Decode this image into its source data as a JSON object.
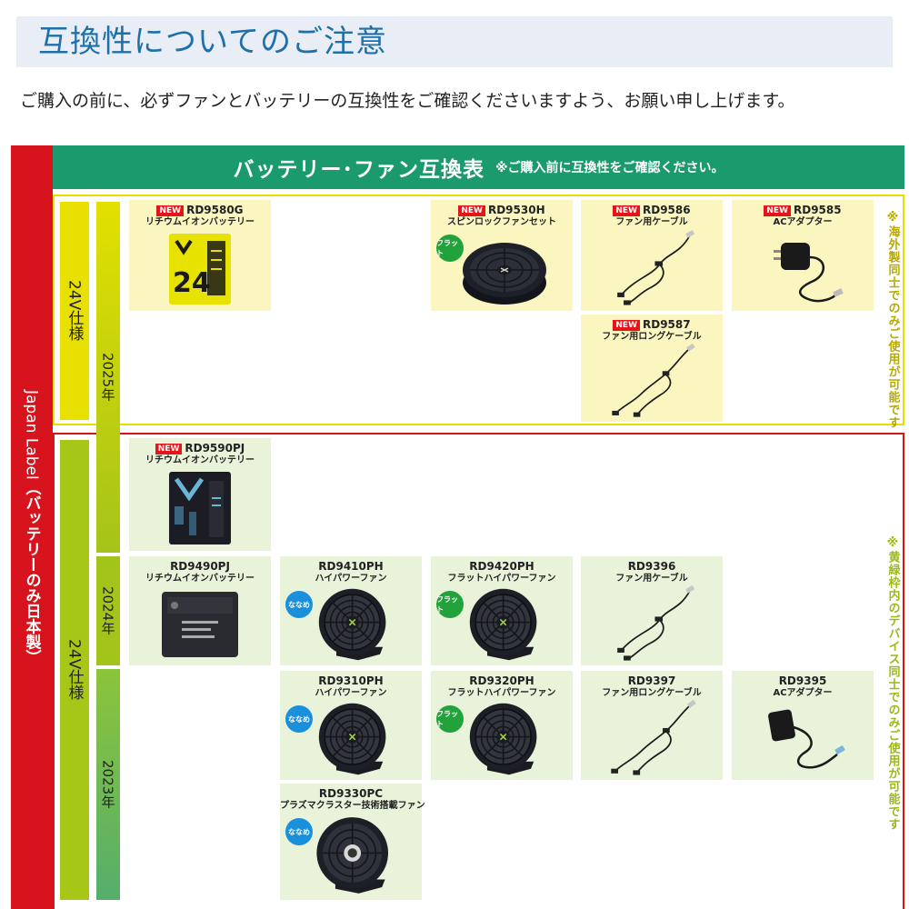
{
  "page": {
    "title": "互換性についてのご注意",
    "notice": "ご購入の前に、必ずファンとバッテリーの互換性をご確認くださいますよう、お願い申し上げます。"
  },
  "table": {
    "header_title": "バッテリー･ファン互換表",
    "header_note": "※ご購入前に互換性をご確認ください。",
    "side_label": "Japan Label",
    "side_label_sub": "（バッテリーのみ日本製）",
    "spec_top": "24V仕様",
    "spec_bottom": "24V仕様",
    "years": {
      "y2025": "2025年",
      "y2024": "2024年",
      "y2023": "2023年"
    },
    "note_yellow": "※海外製同士でのみご使用が可能です",
    "note_red": "※黄緑枠内のデバイス同士でのみご使用が可能です",
    "colors": {
      "title_blue": "#1f6fa8",
      "red": "#d7141d",
      "green_header": "#1a9a6d",
      "yellow": "#e8e000",
      "lime": "#a6c718",
      "new_badge": "#e5141a"
    }
  },
  "products": {
    "rd9580g": {
      "badge": "NEW",
      "code": "RD9580G",
      "desc": "リチウムイオンバッテリー"
    },
    "rd9530h": {
      "badge": "NEW",
      "code": "RD9530H",
      "desc": "スピンロックファンセット",
      "tag": "フラット"
    },
    "rd9586": {
      "badge": "NEW",
      "code": "RD9586",
      "desc": "ファン用ケーブル"
    },
    "rd9585": {
      "badge": "NEW",
      "code": "RD9585",
      "desc": "ACアダプター"
    },
    "rd9587": {
      "badge": "NEW",
      "code": "RD9587",
      "desc": "ファン用ロングケーブル"
    },
    "rd9590pj": {
      "badge": "NEW",
      "code": "RD9590PJ",
      "desc": "リチウムイオンバッテリー"
    },
    "rd9490pj": {
      "code": "RD9490PJ",
      "desc": "リチウムイオンバッテリー"
    },
    "rd9410ph": {
      "code": "RD9410PH",
      "desc": "ハイパワーファン",
      "tag": "ななめ"
    },
    "rd9420ph": {
      "code": "RD9420PH",
      "desc": "フラットハイパワーファン",
      "tag": "フラット"
    },
    "rd9396": {
      "code": "RD9396",
      "desc": "ファン用ケーブル"
    },
    "rd9310ph": {
      "code": "RD9310PH",
      "desc": "ハイパワーファン",
      "tag": "ななめ"
    },
    "rd9320ph": {
      "code": "RD9320PH",
      "desc": "フラットハイパワーファン",
      "tag": "フラット"
    },
    "rd9397": {
      "code": "RD9397",
      "desc": "ファン用ロングケーブル"
    },
    "rd9395": {
      "code": "RD9395",
      "desc": "ACアダプター"
    },
    "rd9330pc": {
      "code": "RD9330PC",
      "desc": "プラズマクラスター技術搭載ファン",
      "tag": "ななめ"
    }
  },
  "icons": {
    "battery_24v": "battery-24v-icon",
    "battery_black": "battery-black-icon",
    "fan": "fan-icon",
    "spinlock_fan": "spinlock-fan-icon",
    "cable": "cable-icon",
    "ac_adapter": "ac-adapter-icon"
  },
  "battery_marking": "24"
}
